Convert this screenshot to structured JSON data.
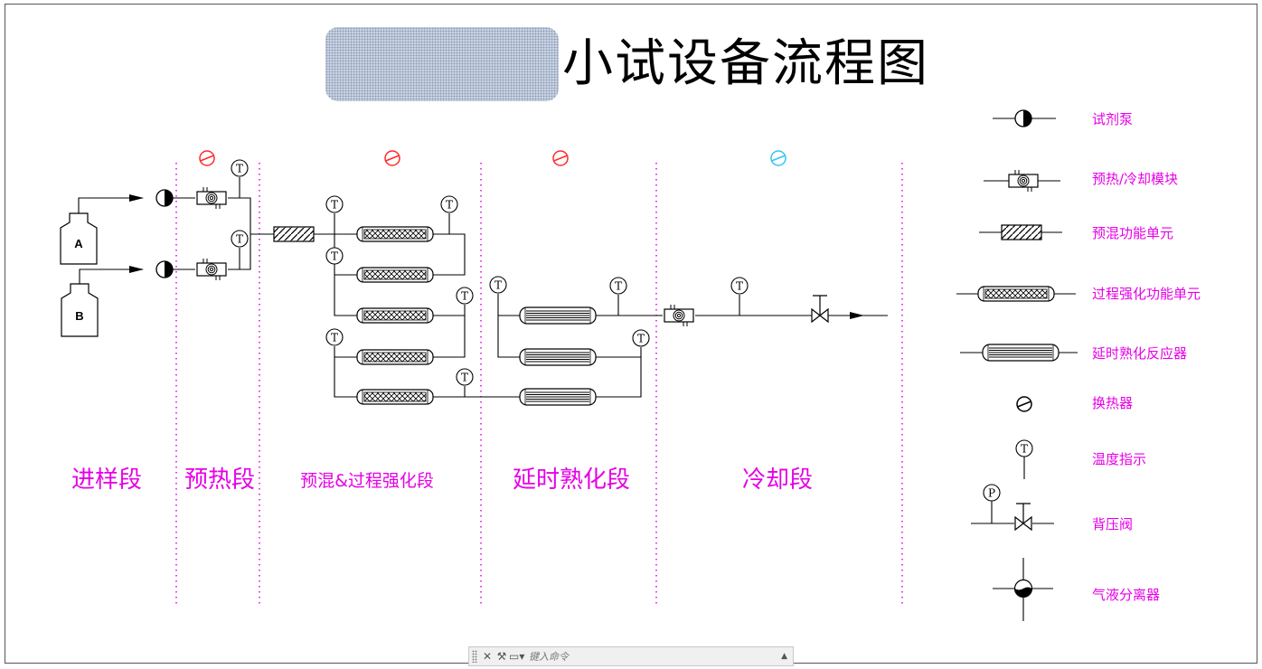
{
  "title": "小试设备流程图",
  "section_labels": {
    "feed": "进样段",
    "preheat": "预热段",
    "premix": "预混&过程强化段",
    "delay": "延时熟化段",
    "cooling": "冷却段"
  },
  "bottles": {
    "a": "A",
    "b": "B"
  },
  "temp_symbol": "T",
  "pressure_symbol": "P",
  "legend": [
    {
      "icon": "reagent-pump-icon",
      "label": "试剂泵"
    },
    {
      "icon": "preheat-cool-module-icon",
      "label": "预热/冷却模块"
    },
    {
      "icon": "premix-unit-icon",
      "label": "预混功能单元"
    },
    {
      "icon": "process-intensification-unit-icon",
      "label": "过程强化功能单元"
    },
    {
      "icon": "delay-aging-reactor-icon",
      "label": "延时熟化反应器"
    },
    {
      "icon": "heat-exchanger-icon",
      "label": "换热器"
    },
    {
      "icon": "temperature-indicator-icon",
      "label": "温度指示"
    },
    {
      "icon": "back-pressure-valve-icon",
      "label": "背压阀"
    },
    {
      "icon": "gas-liquid-separator-icon",
      "label": "气液分离器"
    }
  ],
  "command_bar": {
    "placeholder": "键入命令"
  },
  "colors": {
    "label_magenta": "#e600e6",
    "hot_exchanger": "#ff2a2a",
    "cold_exchanger": "#33c5f2",
    "line": "#000000",
    "section_divider": "#e600e6"
  }
}
